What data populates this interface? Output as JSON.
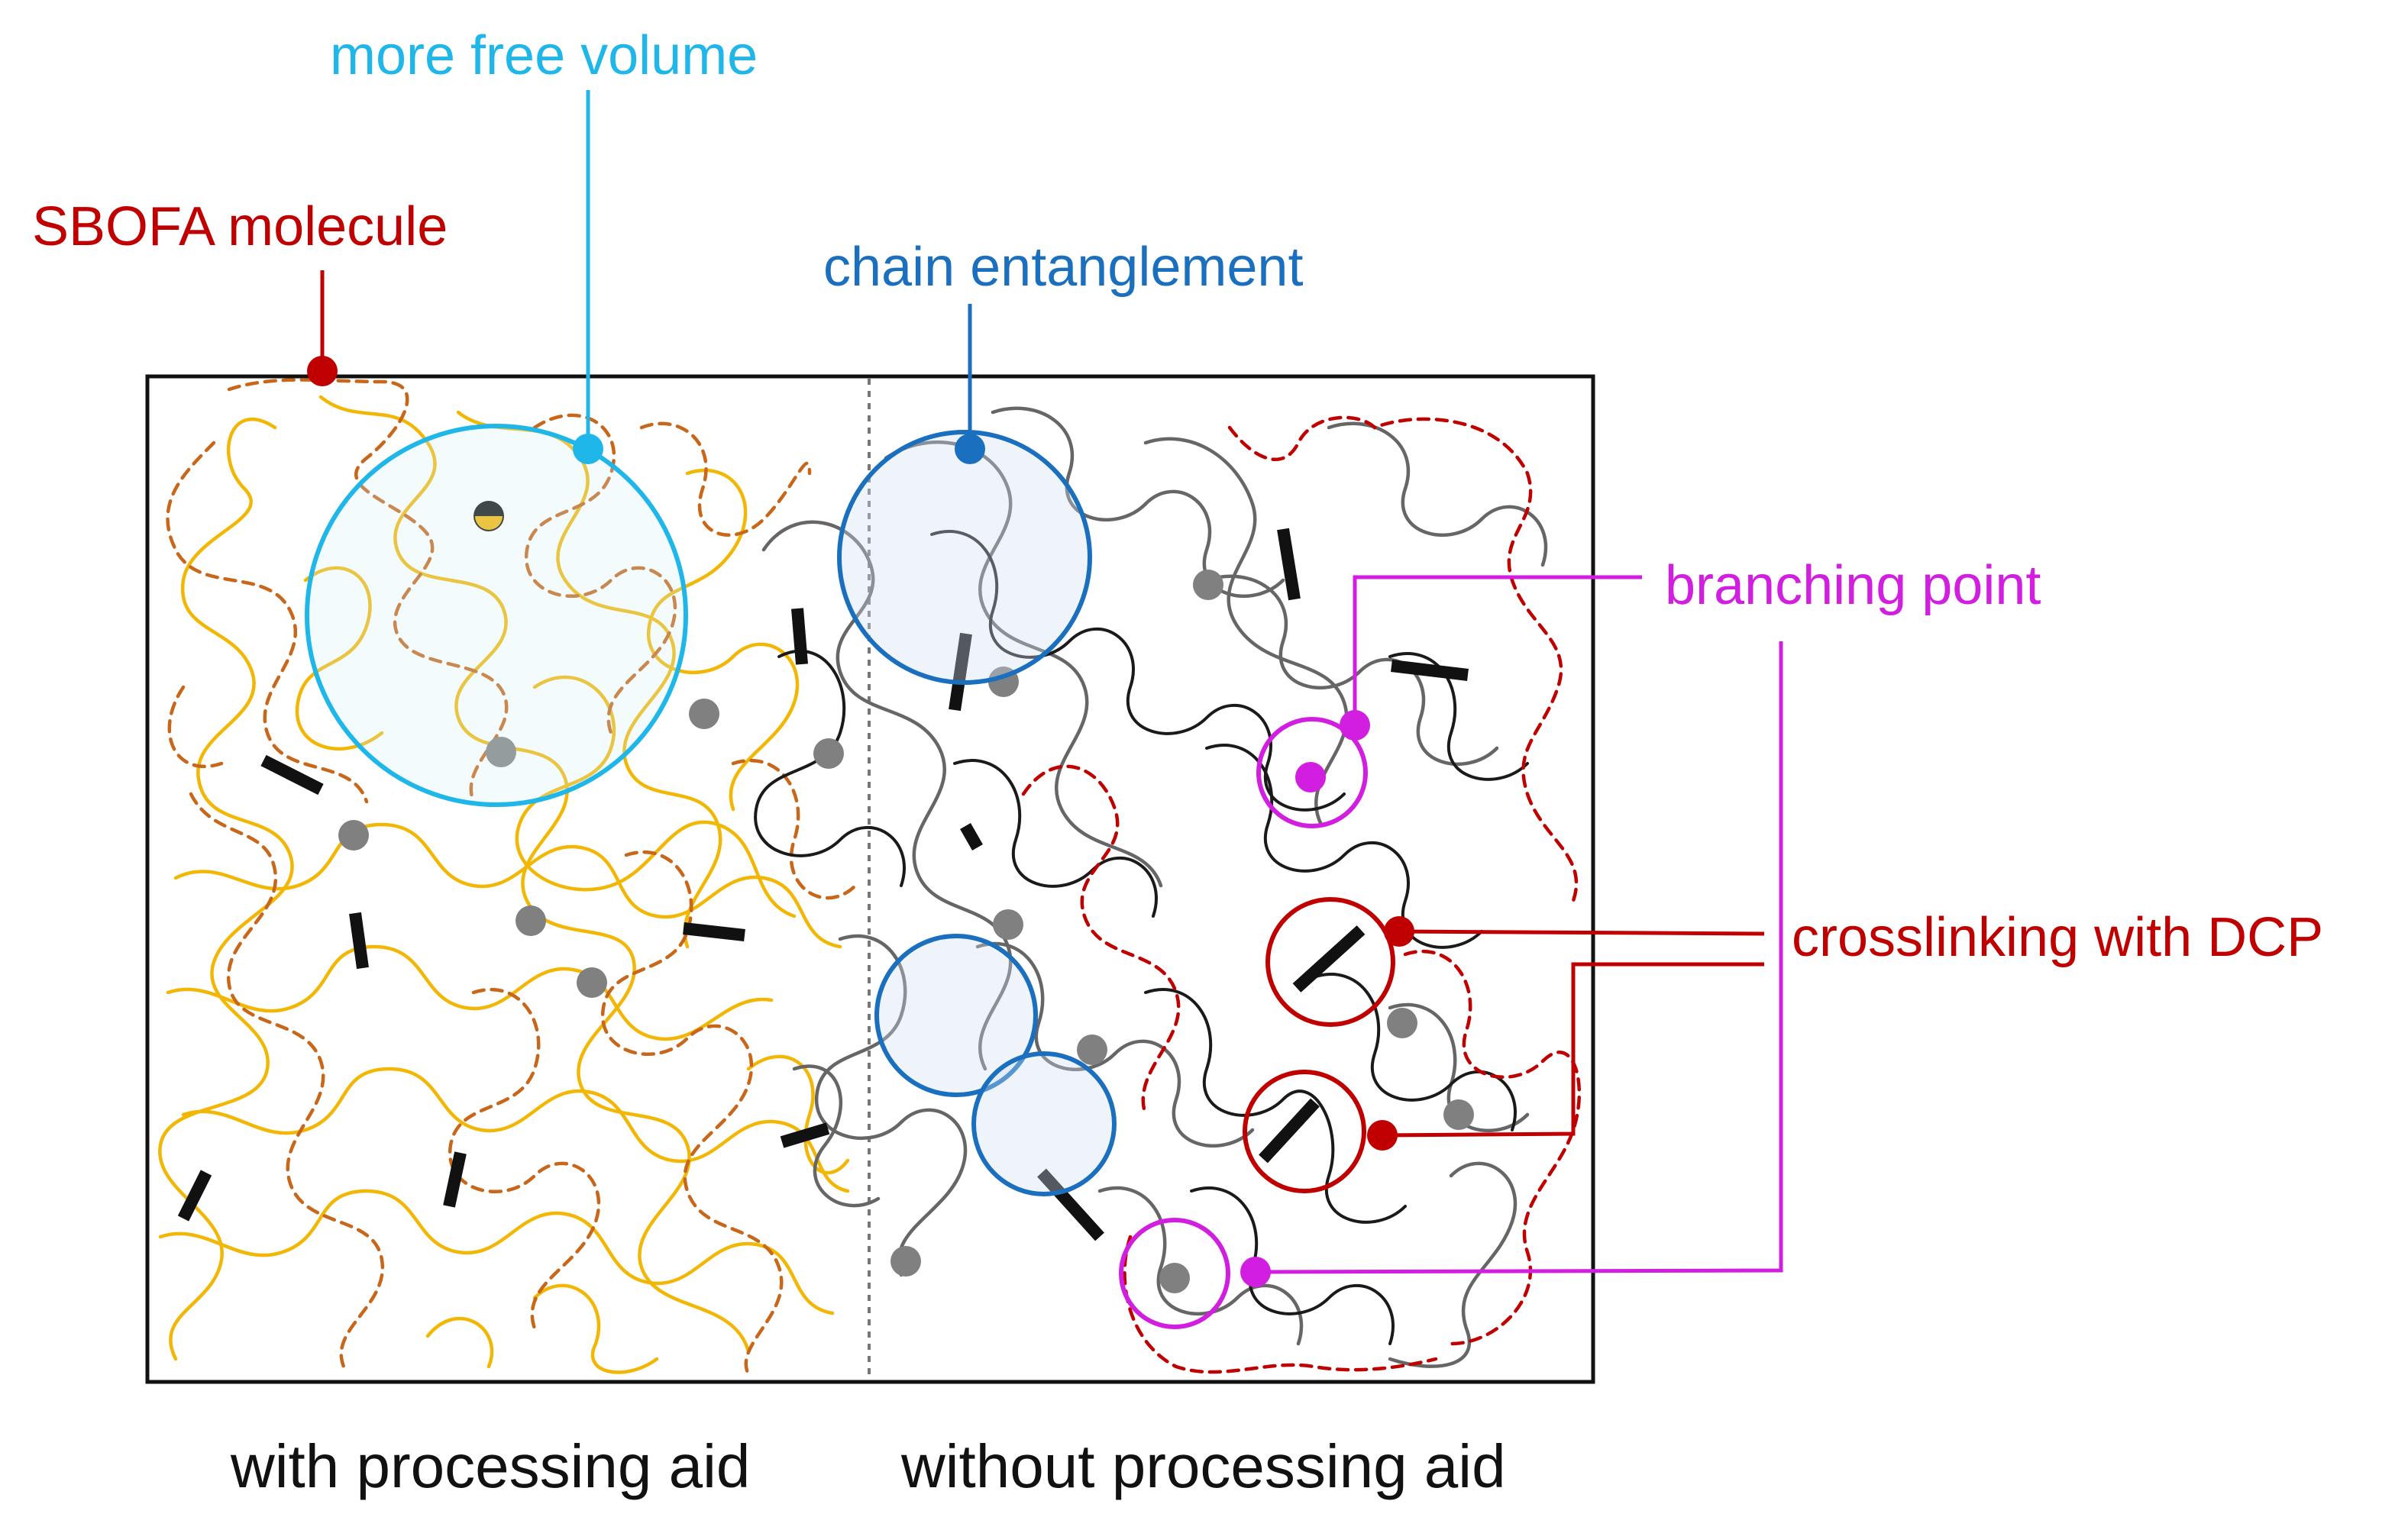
{
  "labels": {
    "more_free_volume": "more free volume",
    "sbofa_molecule": "SBOFA molecule",
    "chain_entanglement": "chain entanglement",
    "branching_point": "branching point",
    "crosslinking_with_dcp": "crosslinking with DCP",
    "with_processing_aid": "with processing aid",
    "without_processing_aid": "without processing aid"
  },
  "colors": {
    "free_volume": "#1fb6e9",
    "sbofa": "#c00000",
    "entanglement": "#1a6fbf",
    "branching": "#d21ee0",
    "crosslinking": "#c00000",
    "chain_yellow": "#f2b705",
    "chain_orange_dashed": "#c8661a",
    "chain_gray": "#666666",
    "chain_black": "#1a1a1a",
    "branch_dot": "#808080",
    "crosslink_bar": "#111111"
  }
}
